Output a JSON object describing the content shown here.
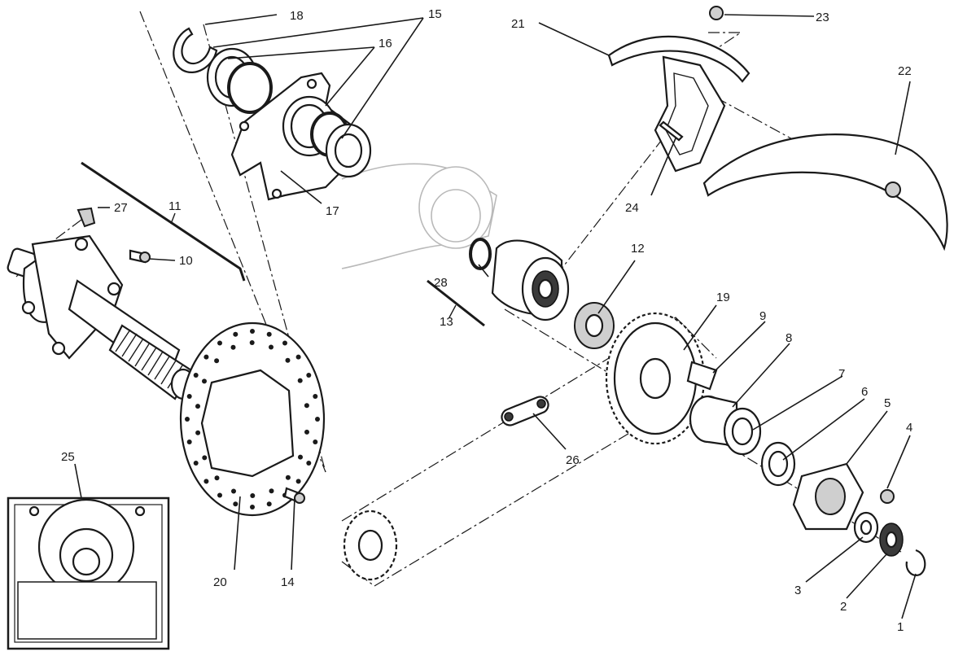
{
  "diagram": {
    "callouts": [
      "1",
      "2",
      "3",
      "4",
      "5",
      "6",
      "7",
      "8",
      "9",
      "10",
      "11",
      "12",
      "13",
      "14",
      "15",
      "16",
      "17",
      "18",
      "19",
      "20",
      "21",
      "22",
      "23",
      "24",
      "25",
      "26",
      "27",
      "28"
    ]
  }
}
